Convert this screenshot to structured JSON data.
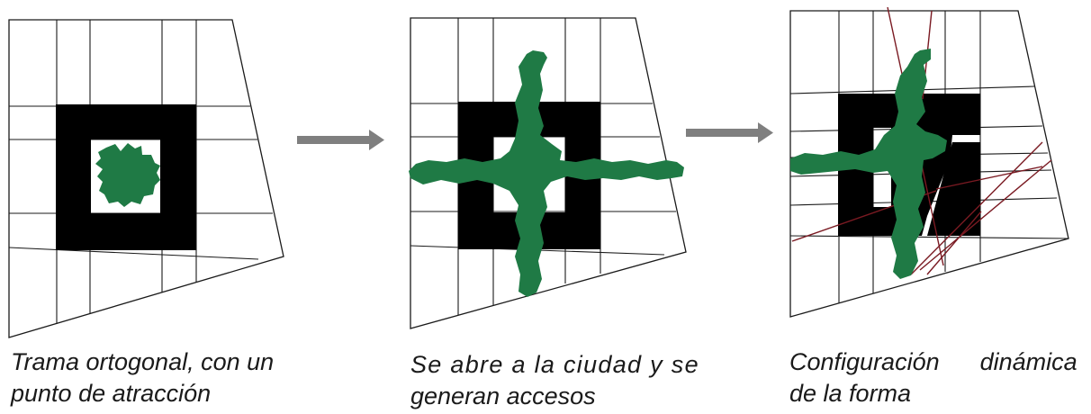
{
  "colors": {
    "grid_line": "#1a1a1a",
    "block": "#000000",
    "vegetation": "#1f7a45",
    "arrow": "#7f7f7f",
    "road": "#7a1a22"
  },
  "stages": [
    {
      "id": "stage-1",
      "caption_lines": [
        "Trama ortogonal, con un",
        "punto de atracción"
      ]
    },
    {
      "id": "stage-2",
      "caption_lines": [
        "Se abre a la ciudad y se",
        "generan accesos"
      ]
    },
    {
      "id": "stage-3",
      "caption_lines": [
        "Configuración      dinámica",
        "de la forma"
      ]
    }
  ],
  "arrows": [
    {
      "id": "arrow-1",
      "icon": "right-arrow-icon"
    },
    {
      "id": "arrow-2",
      "icon": "right-arrow-icon"
    }
  ]
}
